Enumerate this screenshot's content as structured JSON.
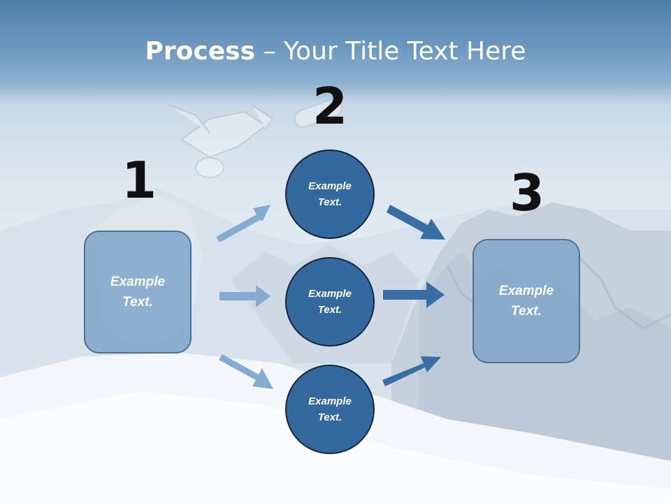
{
  "slide": {
    "title_bold": "Process",
    "title_rest": " – Your Title Text Here"
  },
  "steps": {
    "step1_number": "1",
    "step2_number": "2",
    "step3_number": "3"
  },
  "nodes": {
    "left_box_line1": "Example",
    "left_box_line2": "Text.",
    "circle_top_line1": "Example",
    "circle_top_line2": "Text.",
    "circle_middle_line1": "Example",
    "circle_middle_line2": "Text.",
    "circle_bottom_line1": "Example",
    "circle_bottom_line2": "Text.",
    "right_box_line1": "Example",
    "right_box_line2": "Text."
  },
  "colors": {
    "box_fill": "#7fa6ca",
    "circle_fill": "#34699e",
    "arrow_light": "#86abd0",
    "arrow_dark": "#3a6da3"
  }
}
